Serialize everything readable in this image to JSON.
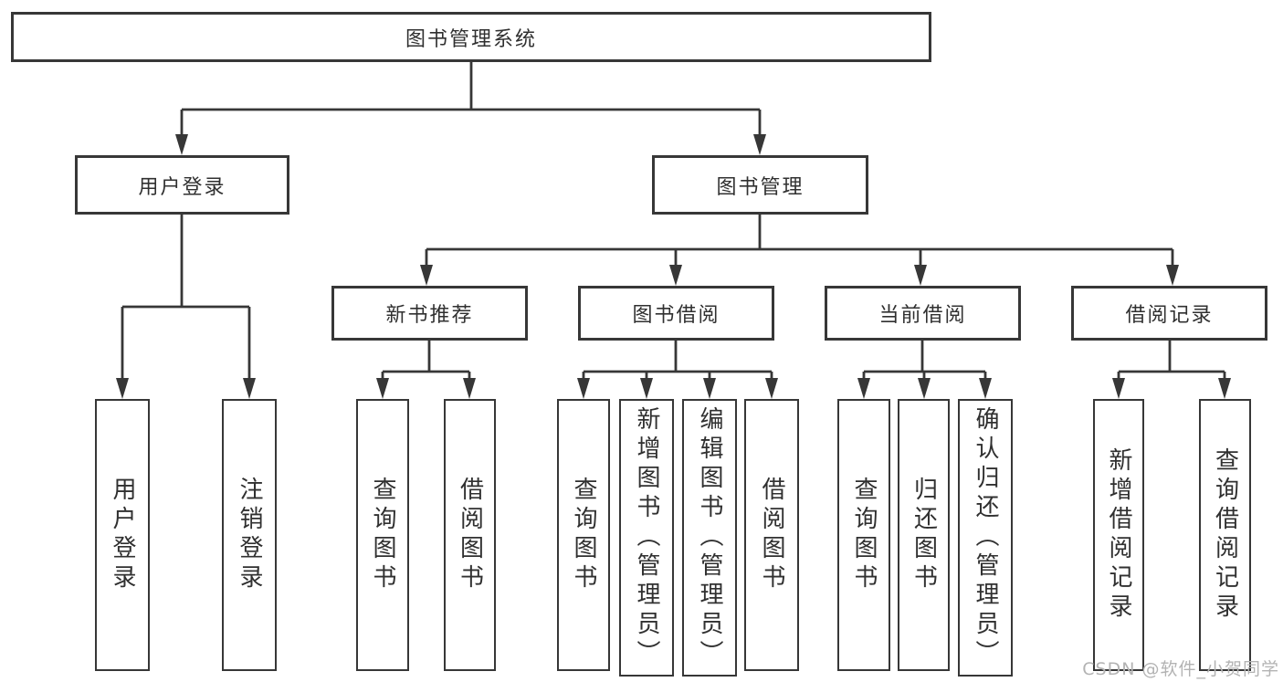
{
  "diagram": {
    "root": "图书管理系统",
    "level2": {
      "user_login": "用户登录",
      "book_mgmt": "图书管理"
    },
    "level3": {
      "new_book_rec": "新书推荐",
      "book_borrow": "图书借阅",
      "current_borrow": "当前借阅",
      "borrow_records": "借阅记录"
    },
    "leaves": {
      "user_login": "用户登录",
      "logout": "注销登录",
      "nb_query": "查询图书",
      "nb_borrow": "借阅图书",
      "bb_query": "查询图书",
      "bb_add": "新增图书（管理员）",
      "bb_edit": "编辑图书（管理员）",
      "bb_borrow": "借阅图书",
      "cb_query": "查询图书",
      "cb_return": "归还图书",
      "cb_confirm": "确认归还（管理员）",
      "br_add": "新增借阅记录",
      "br_query": "查询借阅记录"
    }
  },
  "watermark": "CSDN @软件_小贺同学",
  "colors": {
    "line": "#373737",
    "box_border": "#373737",
    "text": "#303030",
    "watermark": "#b3b3b3",
    "background": "#ffffff"
  }
}
